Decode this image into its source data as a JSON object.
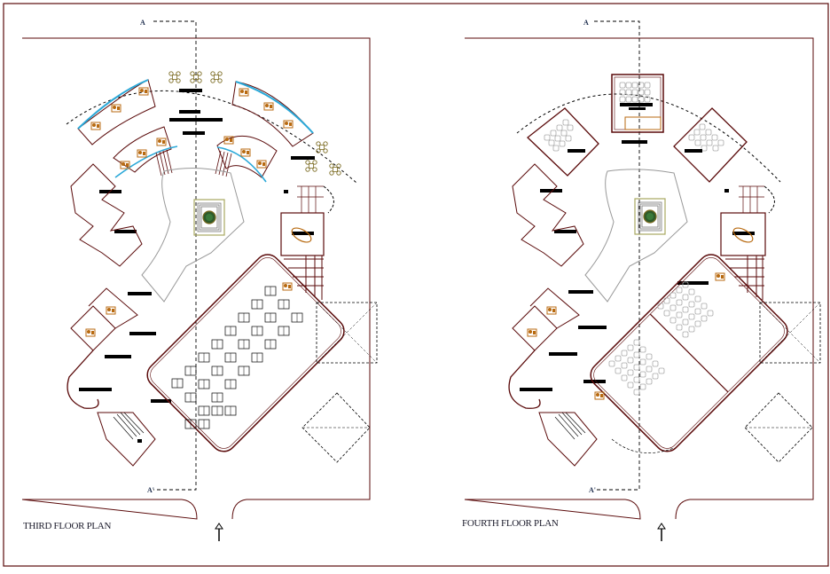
{
  "drawing": {
    "colors": {
      "wall": "#5a0a0a",
      "furniture": "#b86a10",
      "glazing": "#2aa8d8",
      "landscape": "#a8a860",
      "tree": "#2e5a2a",
      "dim_grey": "#999999",
      "ink": "#000000"
    },
    "plans": [
      {
        "title": "THIRD FLOOR PLAN",
        "section_label_top": "A",
        "section_label_bottom": "A'",
        "north_arrow": "north-arrow-icon",
        "spaces": [
          "cabin-offices-arc",
          "lobby-void",
          "courtyard-planter",
          "toilets",
          "meeting-room",
          "cabins-west",
          "classroom-hall",
          "staircase",
          "reception-seating"
        ]
      },
      {
        "title": "FOURTH FLOOR PLAN",
        "section_label_top": "A",
        "section_label_bottom": "A'",
        "north_arrow": "north-arrow-icon",
        "spaces": [
          "seminar-room-center",
          "seminar-room-left",
          "seminar-room-right",
          "lobby-void",
          "courtyard-planter",
          "toilets",
          "meeting-room",
          "cabins-west",
          "auditorium-north",
          "auditorium-south",
          "staircase"
        ]
      }
    ]
  }
}
